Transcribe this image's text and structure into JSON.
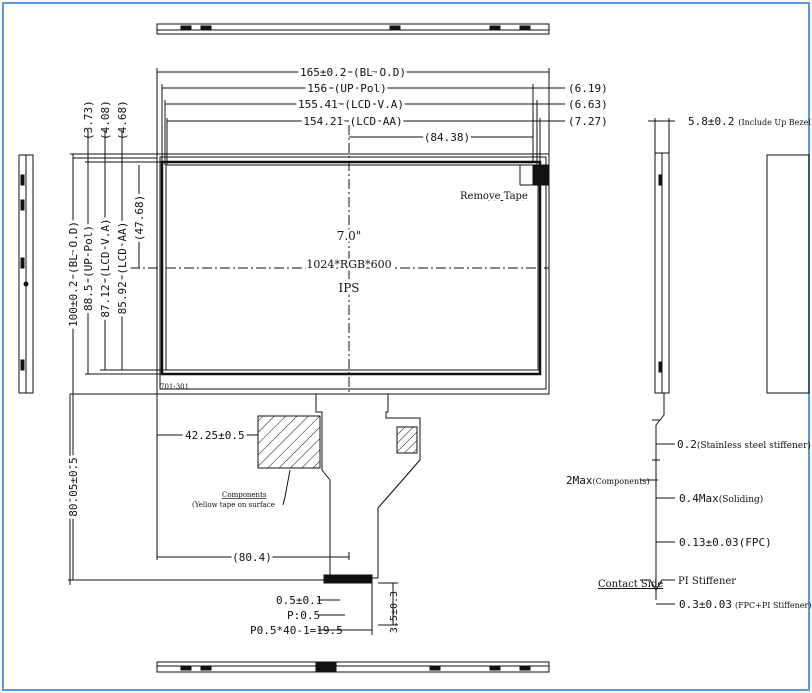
{
  "drawing": {
    "width_labels": {
      "bl_od": "165±0.2 (BL O.D)",
      "up_pol": "156 (UP Pol)",
      "lcd_va": "155.41 (LCD V.A)",
      "lcd_aa": "154.21 (LCD AA)",
      "center": "(84.38)"
    },
    "right_offsets": {
      "r1": "(6.19)",
      "r2": "(6.63)",
      "r3": "(7.27)"
    },
    "top_offsets": {
      "t1": "(3.73)",
      "t2": "(4.08)",
      "t3": "(4.68)"
    },
    "height_labels": {
      "bl_od": "100±0.2 (BL O.D)",
      "up_pol": "88.5 (UP Pol)",
      "lcd_va": "87.12 (LCD V.A)",
      "lcd_aa": "85.92 (LCD AA)",
      "center": "(47.68)"
    },
    "panel": {
      "size": "7.0\"",
      "resolution": "1024*RGB*600",
      "type": "IPS",
      "part_no": "701-301",
      "remove_tape": "Remove Tape"
    },
    "fpc": {
      "left_offset": "42.25±0.5",
      "components": "Components",
      "yellow_tape": "(Yellow tape on surface",
      "length": "80.05±0.5",
      "offset_80": "(80.4)",
      "pin_width": "0.5±0.1",
      "pitch": "P:0.5",
      "pitch_total": "P0.5*40-1=19.5",
      "contact_len": "3.5±0.3"
    },
    "side_view": {
      "thickness": "5.8±0.2",
      "thickness_note": "(Include Up Bezel)",
      "stiffener": "0.2",
      "stiffener_note": "(Stainless steel stiffener)",
      "components_max": "2Max",
      "components_note": "(Components)",
      "soldering": "0.4Max",
      "soldering_note": "(Soliding)",
      "fpc_thk": "0.13±0.03",
      "fpc_note": "(FPC)",
      "contact_side": "Contact Side",
      "pi_stiffener": "PI Stiffener",
      "total": "0.3±0.03",
      "total_note": "(FPC+PI Stiffener)"
    }
  },
  "colors": {
    "frame": "#5b9bd5",
    "line": "#111111",
    "dark": "#1a1a1a"
  }
}
